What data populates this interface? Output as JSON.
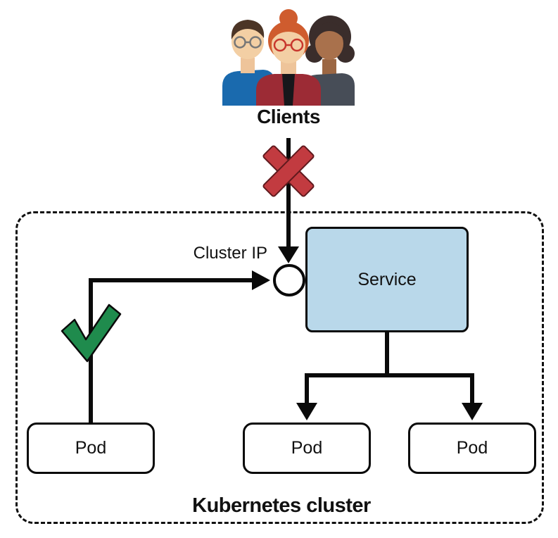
{
  "labels": {
    "clients": "Clients",
    "cluster_ip": "Cluster IP",
    "service": "Service",
    "cluster": "Kubernetes cluster"
  },
  "pods": [
    {
      "label": "Pod"
    },
    {
      "label": "Pod"
    },
    {
      "label": "Pod"
    }
  ],
  "icons": {
    "clients": "clients-illustration",
    "blocked_path": "x-mark-icon",
    "allowed_path": "check-mark-icon",
    "cluster_ip": "cluster-ip-circle"
  },
  "colors": {
    "service_fill": "#b9d8ea",
    "line": "#0a0a0a",
    "x_mark": "#c23b40",
    "check_mark": "#1f8b4d",
    "background": "#ffffff"
  }
}
